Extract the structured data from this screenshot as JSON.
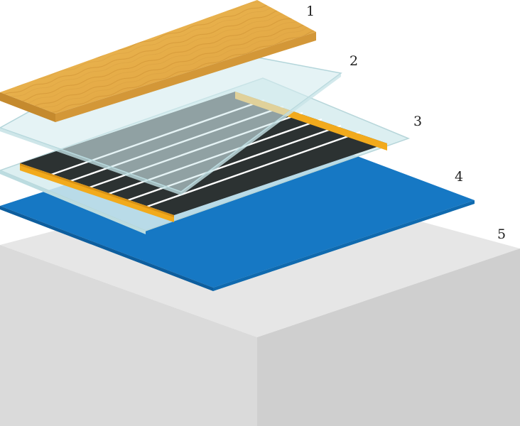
{
  "layers": [
    {
      "number": "1",
      "color": "#e8b04a"
    },
    {
      "number": "2",
      "color": "#d6ecee"
    },
    {
      "number": "3",
      "color": "#2c3232"
    },
    {
      "number": "4",
      "color": "#1678c4"
    },
    {
      "number": "5",
      "color": "#e6e6e6"
    }
  ],
  "colors": {
    "busbar": "#f2aa1c",
    "strip": "#2c3232",
    "strip_gap": "#ffffff",
    "base_top": "#e6e6e6",
    "base_left": "#dadada",
    "base_right": "#cfcfcf"
  }
}
